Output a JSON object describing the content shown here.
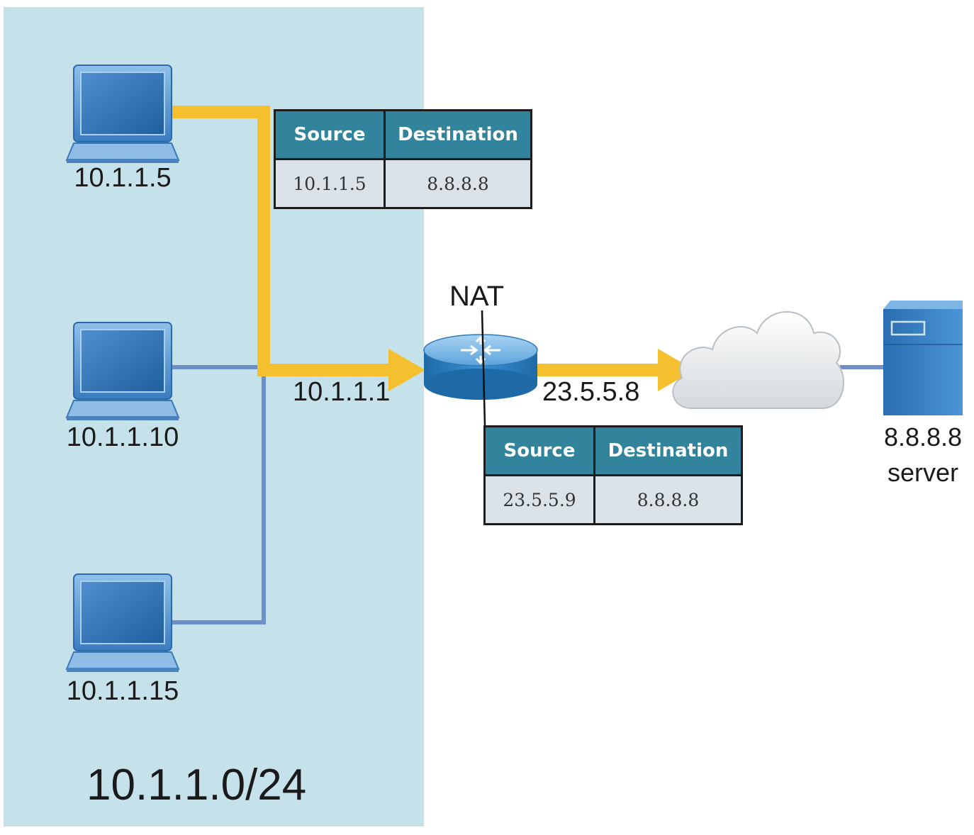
{
  "subnet": {
    "label": "10.1.1.0/24",
    "color": "#c5e1ea"
  },
  "hosts": [
    {
      "ip": "10.1.1.5"
    },
    {
      "ip": "10.1.1.10"
    },
    {
      "ip": "10.1.1.15"
    }
  ],
  "router": {
    "label": "NAT",
    "inside_ip": "10.1.1.1",
    "outside_ip": "23.5.5.8",
    "icon": "router-icon"
  },
  "cloud": {
    "icon": "cloud-icon"
  },
  "server": {
    "ip": "8.8.8.8",
    "label": "server",
    "icon": "server-icon"
  },
  "tables": [
    {
      "headers": [
        "Source",
        "Destination"
      ],
      "row": [
        "10.1.1.5",
        "8.8.8.8"
      ]
    },
    {
      "headers": [
        "Source",
        "Destination"
      ],
      "row": [
        "23.5.5.9",
        "8.8.8.8"
      ]
    }
  ],
  "colors": {
    "link": "#6d90c8",
    "flow": "#f5c02f",
    "table_header": "#31849b",
    "table_body": "#dbe3e8"
  }
}
